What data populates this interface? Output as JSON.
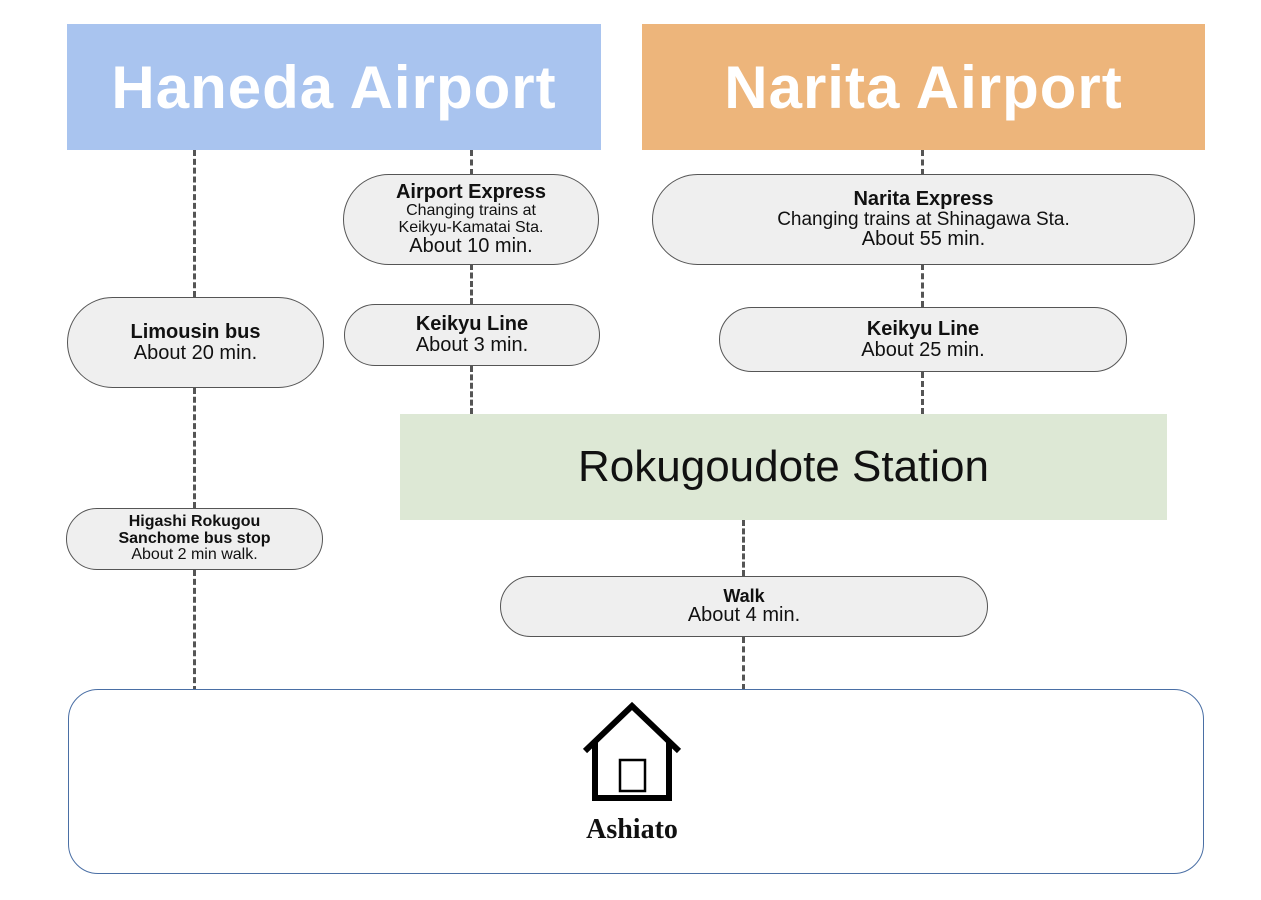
{
  "airports": {
    "haneda": "Haneda Airport",
    "narita": "Narita Airport"
  },
  "routes": {
    "airport_express": {
      "name": "Airport Express",
      "note_line1": "Changing trains at",
      "note_line2": "Keikyu-Kamatai Sta.",
      "time": "About 10 min."
    },
    "haneda_keikyu": {
      "name": "Keikyu Line",
      "time": "About 3 min."
    },
    "limousin": {
      "name": "Limousin bus",
      "time": "About 20 min."
    },
    "bus_stop": {
      "name_line1": "Higashi Rokugou",
      "name_line2": "Sanchome bus stop",
      "time": "About 2 min walk."
    },
    "narita_express": {
      "name": "Narita Express",
      "note": "Changing trains at Shinagawa Sta.",
      "time": "About 55 min."
    },
    "narita_keikyu": {
      "name": "Keikyu Line",
      "time": "About 25 min."
    },
    "walk": {
      "name": "Walk",
      "time": "About 4 min."
    }
  },
  "station": "Rokugoudote Station",
  "destination": {
    "label": "Ashiato",
    "icon": "house-icon"
  },
  "colors": {
    "haneda": "#a9c4ef",
    "narita": "#edb57b",
    "station": "#dde8d5",
    "pill": "#efefef"
  }
}
